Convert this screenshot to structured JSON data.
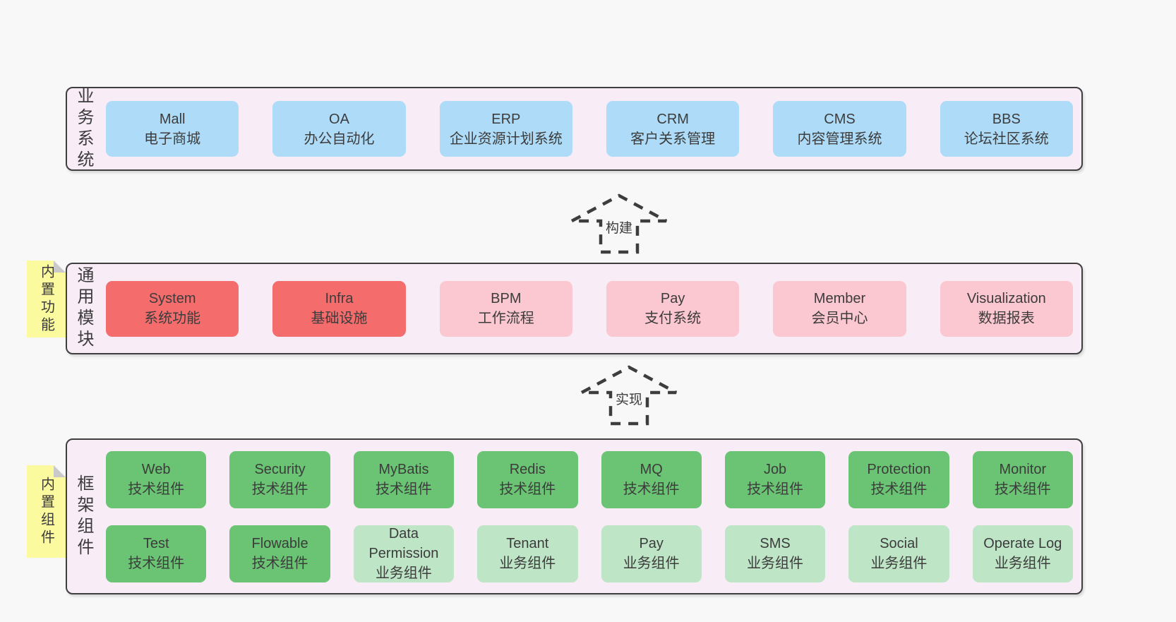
{
  "business": {
    "label": "业务系统",
    "boxes": [
      {
        "title": "Mall",
        "subtitle": "电子商城"
      },
      {
        "title": "OA",
        "subtitle": "办公自动化"
      },
      {
        "title": "ERP",
        "subtitle": "企业资源计划系统"
      },
      {
        "title": "CRM",
        "subtitle": "客户关系管理"
      },
      {
        "title": "CMS",
        "subtitle": "内容管理系统"
      },
      {
        "title": "BBS",
        "subtitle": "论坛社区系统"
      }
    ]
  },
  "arrows": {
    "build": "构建",
    "implement": "实现"
  },
  "modules": {
    "label": "通用模块",
    "note": "内置功能",
    "boxes": [
      {
        "title": "System",
        "subtitle": "系统功能"
      },
      {
        "title": "Infra",
        "subtitle": "基础设施"
      },
      {
        "title": "BPM",
        "subtitle": "工作流程"
      },
      {
        "title": "Pay",
        "subtitle": "支付系统"
      },
      {
        "title": "Member",
        "subtitle": "会员中心"
      },
      {
        "title": "Visualization",
        "subtitle": "数据报表"
      }
    ]
  },
  "framework": {
    "label": "框架组件",
    "note": "内置组件",
    "row1": [
      {
        "title": "Web",
        "subtitle": "技术组件"
      },
      {
        "title": "Security",
        "subtitle": "技术组件"
      },
      {
        "title": "MyBatis",
        "subtitle": "技术组件"
      },
      {
        "title": "Redis",
        "subtitle": "技术组件"
      },
      {
        "title": "MQ",
        "subtitle": "技术组件"
      },
      {
        "title": "Job",
        "subtitle": "技术组件"
      },
      {
        "title": "Protection",
        "subtitle": "技术组件"
      },
      {
        "title": "Monitor",
        "subtitle": "技术组件"
      }
    ],
    "row2": [
      {
        "title": "Test",
        "subtitle": "技术组件"
      },
      {
        "title": "Flowable",
        "subtitle": "技术组件"
      },
      {
        "title": "Data Permission",
        "subtitle": "业务组件"
      },
      {
        "title": "Tenant",
        "subtitle": "业务组件"
      },
      {
        "title": "Pay",
        "subtitle": "业务组件"
      },
      {
        "title": "SMS",
        "subtitle": "业务组件"
      },
      {
        "title": "Social",
        "subtitle": "业务组件"
      },
      {
        "title": "Operate Log",
        "subtitle": "业务组件"
      }
    ]
  },
  "colors": {
    "page-bg": "#f8f8f8",
    "panel-bg": "#f8edf7",
    "panel-border": "#3f3f3f",
    "blue": "#aedcf8",
    "red": "#f56c6c",
    "pink": "#fbc7d0",
    "green-dark": "#6ac473",
    "green-light": "#bee5c6",
    "yellow": "#fbfa9e",
    "fold": "#c9c9c9",
    "ink": "#3c3c3c"
  }
}
